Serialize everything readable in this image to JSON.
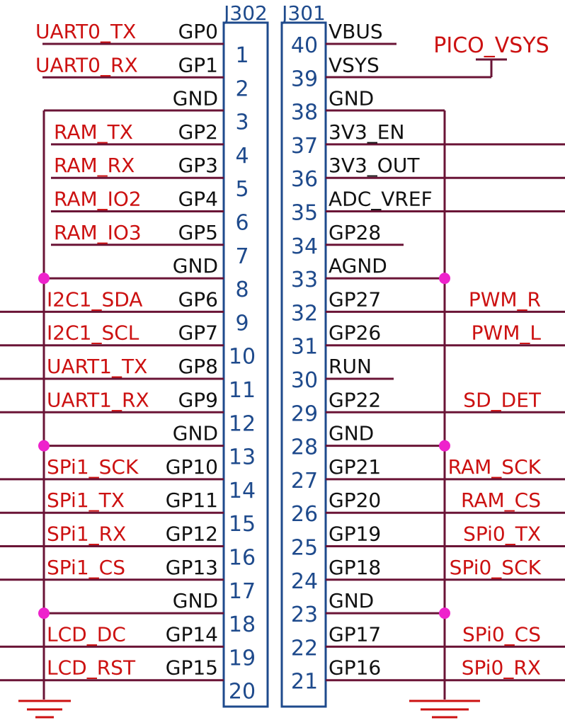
{
  "colors": {
    "background": "#ffffff",
    "wire": "#6a1436",
    "net_label": "#cc1111",
    "pin_name": "#111111",
    "connector": "#1e4a8c",
    "junction": "#ee22cc",
    "ground": "#cc1111"
  },
  "connectors": {
    "left": {
      "ref": "J302"
    },
    "right": {
      "ref": "J301"
    }
  },
  "left_pins": [
    {
      "num": "1",
      "name": "GP0",
      "net": "UART0_TX"
    },
    {
      "num": "2",
      "name": "GP1",
      "net": "UART0_RX"
    },
    {
      "num": "3",
      "name": "GND",
      "net": ""
    },
    {
      "num": "4",
      "name": "GP2",
      "net": "RAM_TX"
    },
    {
      "num": "5",
      "name": "GP3",
      "net": "RAM_RX"
    },
    {
      "num": "6",
      "name": "GP4",
      "net": "RAM_IO2"
    },
    {
      "num": "7",
      "name": "GP5",
      "net": "RAM_IO3"
    },
    {
      "num": "8",
      "name": "GND",
      "net": ""
    },
    {
      "num": "9",
      "name": "GP6",
      "net": "I2C1_SDA"
    },
    {
      "num": "10",
      "name": "GP7",
      "net": "I2C1_SCL"
    },
    {
      "num": "11",
      "name": "GP8",
      "net": "UART1_TX"
    },
    {
      "num": "12",
      "name": "GP9",
      "net": "UART1_RX"
    },
    {
      "num": "13",
      "name": "GND",
      "net": ""
    },
    {
      "num": "14",
      "name": "GP10",
      "net": "SPi1_SCK"
    },
    {
      "num": "15",
      "name": "GP11",
      "net": "SPi1_TX"
    },
    {
      "num": "16",
      "name": "GP12",
      "net": "SPi1_RX"
    },
    {
      "num": "17",
      "name": "GP13",
      "net": "SPi1_CS"
    },
    {
      "num": "18",
      "name": "GND",
      "net": ""
    },
    {
      "num": "19",
      "name": "GP14",
      "net": "LCD_DC"
    },
    {
      "num": "20",
      "name": "GP15",
      "net": "LCD_RST"
    }
  ],
  "right_pins": [
    {
      "num": "40",
      "name": "VBUS",
      "net": ""
    },
    {
      "num": "39",
      "name": "VSYS",
      "net": "PICO_VSYS"
    },
    {
      "num": "38",
      "name": "GND",
      "net": ""
    },
    {
      "num": "37",
      "name": "3V3_EN",
      "net": ""
    },
    {
      "num": "36",
      "name": "3V3_OUT",
      "net": ""
    },
    {
      "num": "35",
      "name": "ADC_VREF",
      "net": ""
    },
    {
      "num": "34",
      "name": "GP28",
      "net": ""
    },
    {
      "num": "33",
      "name": "AGND",
      "net": ""
    },
    {
      "num": "32",
      "name": "GP27",
      "net": "PWM_R"
    },
    {
      "num": "31",
      "name": "GP26",
      "net": "PWM_L"
    },
    {
      "num": "30",
      "name": "RUN",
      "net": ""
    },
    {
      "num": "29",
      "name": "GP22",
      "net": "SD_DET"
    },
    {
      "num": "28",
      "name": "GND",
      "net": ""
    },
    {
      "num": "27",
      "name": "GP21",
      "net": "RAM_SCK"
    },
    {
      "num": "26",
      "name": "GP20",
      "net": "RAM_CS"
    },
    {
      "num": "25",
      "name": "GP19",
      "net": "SPi0_TX"
    },
    {
      "num": "24",
      "name": "GP18",
      "net": "SPi0_SCK"
    },
    {
      "num": "23",
      "name": "GND",
      "net": ""
    },
    {
      "num": "22",
      "name": "GP17",
      "net": "SPi0_CS"
    },
    {
      "num": "21",
      "name": "GP16",
      "net": "SPi0_RX"
    }
  ]
}
